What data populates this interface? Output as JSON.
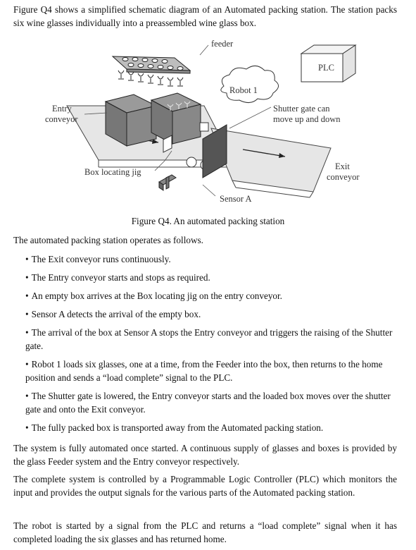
{
  "intro": "Figure Q4 shows a simplified schematic diagram of an Automated packing station. The station packs six wine glasses individually into a preassembled wine glass box.",
  "figure": {
    "labels": {
      "feeder": "feeder",
      "plc": "PLC",
      "robot": "Robot 1",
      "entry": [
        "Entry",
        "conveyor"
      ],
      "shutter": [
        "Shutter gate can",
        "move up and down"
      ],
      "exit": [
        "Exit",
        "conveyor"
      ],
      "jig": "Box locating jig",
      "sensor": "Sensor A"
    },
    "caption": "Figure Q4. An automated packing station"
  },
  "ops_intro": "The automated packing station operates as follows.",
  "bullets": [
    "The Exit conveyor runs continuously.",
    "The Entry conveyor starts and stops as required.",
    "An empty box arrives at the Box locating jig on the entry conveyor.",
    "Sensor A detects the arrival of the empty box.",
    "The arrival of the box at Sensor A stops the Entry conveyor and triggers the raising of the Shutter gate.",
    "Robot 1 loads six glasses, one at a time, from the Feeder into the box, then returns to the home position and sends a “load complete” signal to the PLC.",
    "The Shutter gate is lowered, the Entry conveyor starts and the loaded box moves over the shutter gate and onto the Exit conveyor.",
    "The fully packed box is transported away from the Automated packing station."
  ],
  "paragraphs": [
    "The system is fully automated once started. A continuous supply of glasses and boxes is provided by the glass Feeder system and the Entry conveyor respectively.",
    "The complete system is controlled by a Programmable Logic Controller (PLC) which monitors the input and provides the output signals for the various parts of the Automated packing station.",
    "The robot is started by a signal from the PLC and returns a “load complete” signal when it has completed loading the six glasses and has returned home."
  ]
}
